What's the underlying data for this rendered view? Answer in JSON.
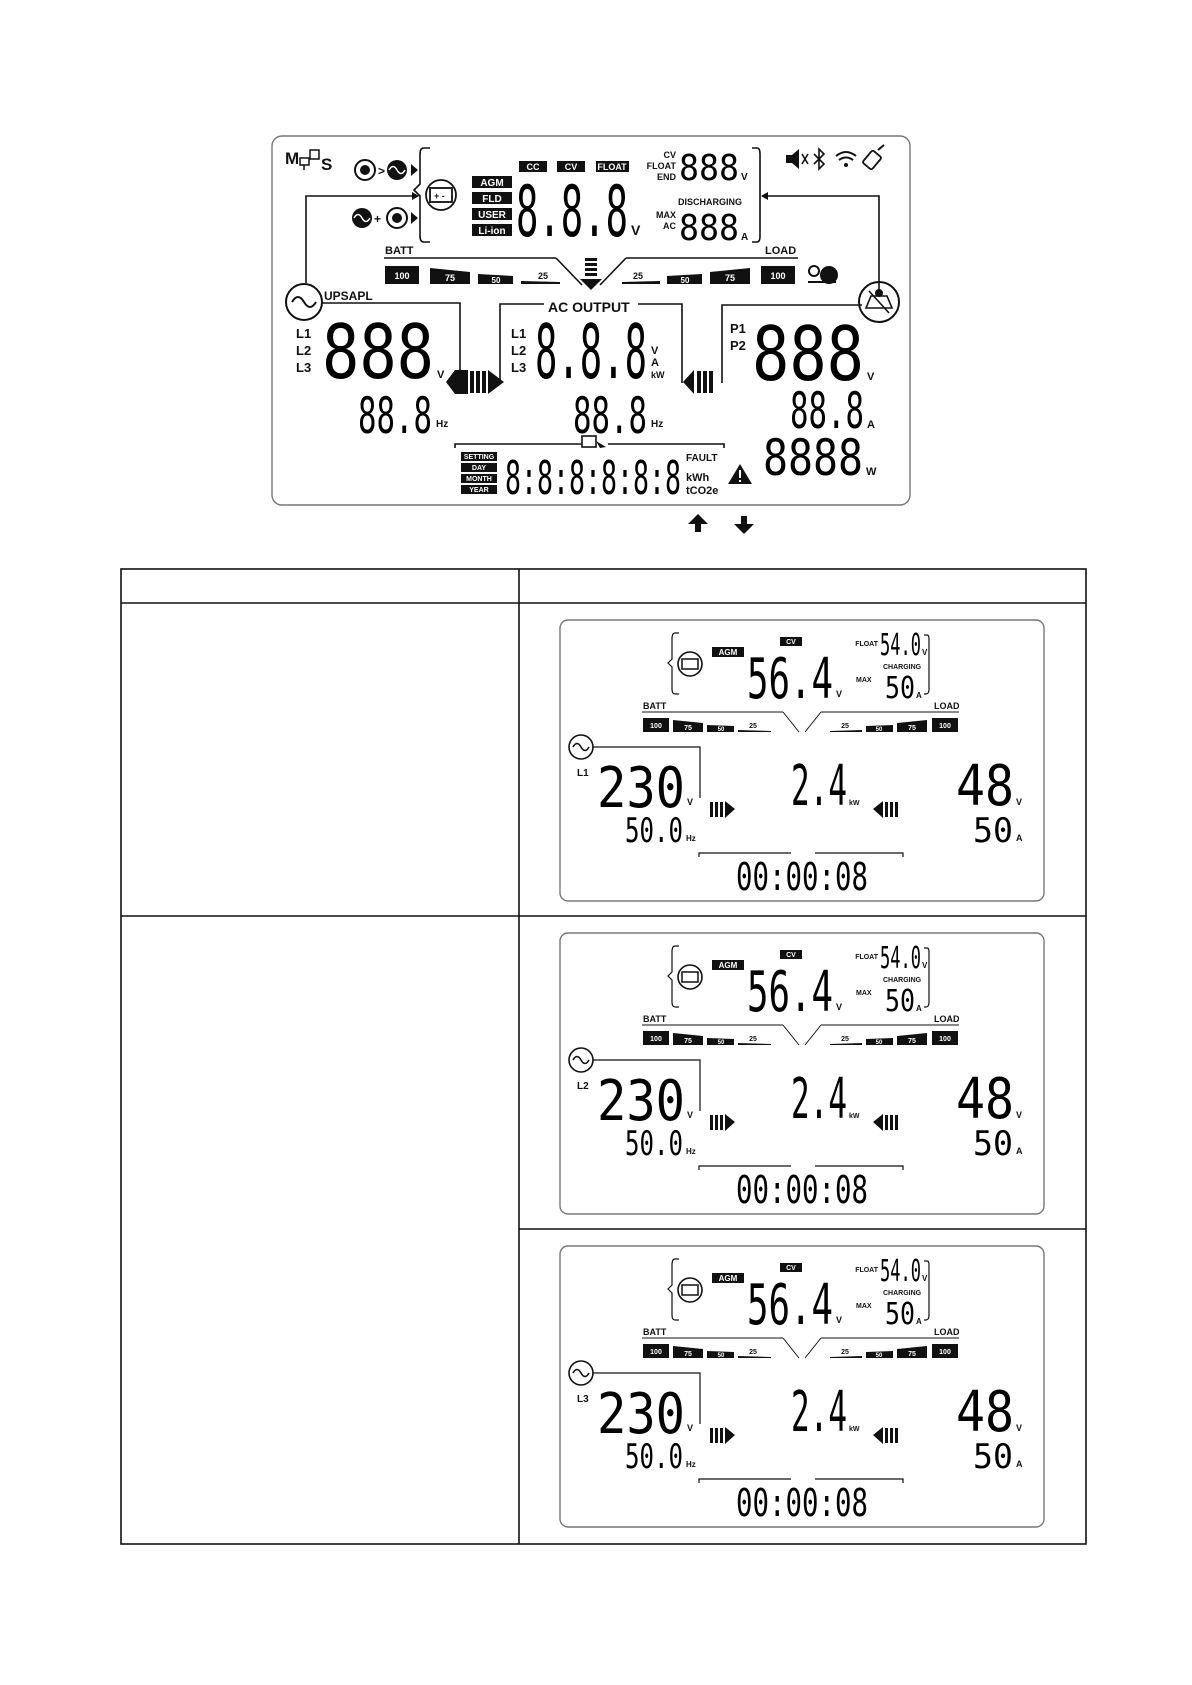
{
  "main_lcd": {
    "mode_letters": [
      "M",
      "S"
    ],
    "battery_type_labels": [
      "AGM",
      "FLD",
      "USER",
      "Li-ion"
    ],
    "charge_stage_labels": [
      "CC",
      "CV",
      "FLOAT"
    ],
    "cv_float_end": [
      "CV",
      "FLOAT",
      "END"
    ],
    "max_ac": [
      "MAX",
      "AC"
    ],
    "discharging": "DISCHARGING",
    "batt_label": "BATT",
    "load_label": "LOAD",
    "batt_levels": [
      "100",
      "75",
      "50",
      "25"
    ],
    "load_levels": [
      "25",
      "50",
      "75",
      "100"
    ],
    "ups_apl": "UPSAPL",
    "line_labels": [
      "L1",
      "L2",
      "L3"
    ],
    "pv_labels": [
      "P1",
      "P2"
    ],
    "ac_output": "AC OUTPUT",
    "units": {
      "v": "V",
      "a": "A",
      "kw": "kW",
      "hz": "Hz",
      "w": "W"
    },
    "date_labels": [
      "SETTING",
      "DAY",
      "MONTH",
      "YEAR"
    ],
    "fault": "FAULT",
    "kwh": "kWh",
    "tco2e": "tCO2e",
    "segments": {
      "battery_voltage": "8.8.8",
      "cv_float_small": "888",
      "max_ac_small": "888",
      "input_voltage": "888",
      "input_hz": "88.8",
      "output_value": "8.8.8",
      "output_hz": "88.8",
      "pv_voltage": "888",
      "pv_current": "88.8",
      "pv_power": "8888",
      "clock": "8:8:8:8:8:8"
    }
  },
  "table": {
    "header_left": "",
    "header_right": "",
    "row_left_text": ""
  },
  "screens": [
    {
      "line": "L1",
      "agm": "AGM",
      "cv": "CV",
      "float_label": "FLOAT",
      "float_value": "54.0",
      "max_label": "MAX",
      "charging_label": "CHARGING",
      "charging_value": "50",
      "battery_voltage": "56.4",
      "input_voltage": "230",
      "input_hz": "50.0",
      "output_kw": "2.4",
      "pv_voltage": "48",
      "pv_current": "50",
      "clock": "00:00:08"
    },
    {
      "line": "L2",
      "agm": "AGM",
      "cv": "CV",
      "float_label": "FLOAT",
      "float_value": "54.0",
      "max_label": "MAX",
      "charging_label": "CHARGING",
      "charging_value": "50",
      "battery_voltage": "56.4",
      "input_voltage": "230",
      "input_hz": "50.0",
      "output_kw": "2.4",
      "pv_voltage": "48",
      "pv_current": "50",
      "clock": "00:00:08"
    },
    {
      "line": "L3",
      "agm": "AGM",
      "cv": "CV",
      "float_label": "FLOAT",
      "float_value": "54.0",
      "max_label": "MAX",
      "charging_label": "CHARGING",
      "charging_value": "50",
      "battery_voltage": "56.4",
      "input_voltage": "230",
      "input_hz": "50.0",
      "output_kw": "2.4",
      "pv_voltage": "48",
      "pv_current": "50",
      "clock": "00:00:08"
    }
  ],
  "icons": [
    "grid-sine-icon",
    "solar-icon",
    "battery-icon",
    "mute-icon",
    "bluetooth-icon",
    "wifi-icon",
    "usb-icon",
    "warning-icon",
    "up-arrow-icon",
    "down-arrow-icon",
    "load-icon",
    "battery-stack-icon",
    "clock-setting-icon"
  ]
}
